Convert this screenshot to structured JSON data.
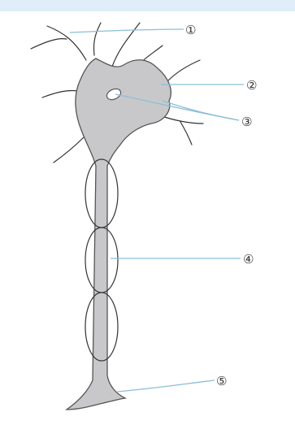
{
  "colors": {
    "top_band": "#dfeef8",
    "cell_fill": "#c8c8cb",
    "cell_stroke": "#555555",
    "line_color": "#333333",
    "leader_color": "#8bbfd6",
    "label_color": "#333333"
  },
  "labels": {
    "l1": "①",
    "l2": "②",
    "l3": "③",
    "l4": "④",
    "l5": "⑤"
  }
}
